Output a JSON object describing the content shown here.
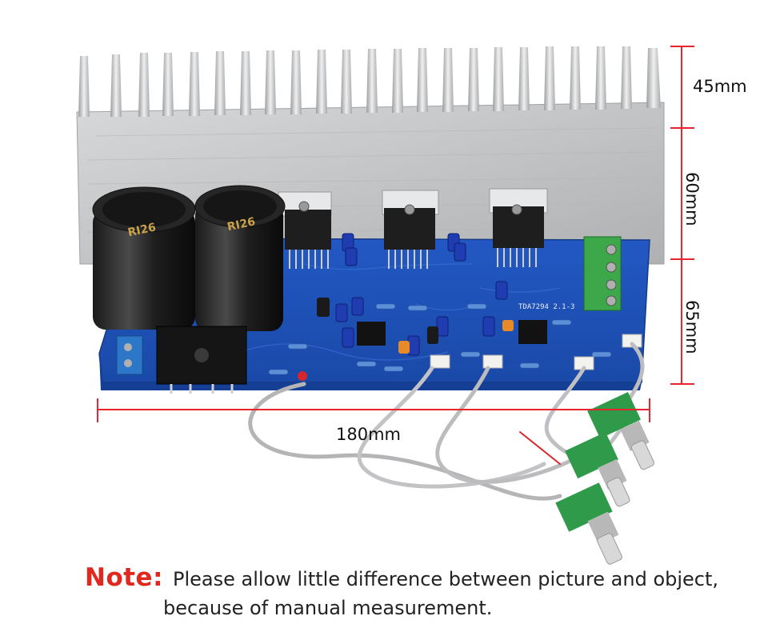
{
  "dimensions": {
    "fin_height": "45mm",
    "heatsink_height": "60mm",
    "board_depth": "65mm",
    "board_length": "180mm"
  },
  "capacitors": {
    "left_marking": "RI26",
    "right_marking": "RI26"
  },
  "board_marking": "TDA7294 2.1-3",
  "note": {
    "label": "Note:",
    "line1": "Please allow little difference between picture and object,",
    "line2": "because of manual measurement."
  },
  "colors": {
    "dimension_lines": "#e8252c",
    "note_label": "#e0281e",
    "pcb": "#1d50b8",
    "heatsink": "#c8cacc",
    "terminal": "#3da84a"
  }
}
